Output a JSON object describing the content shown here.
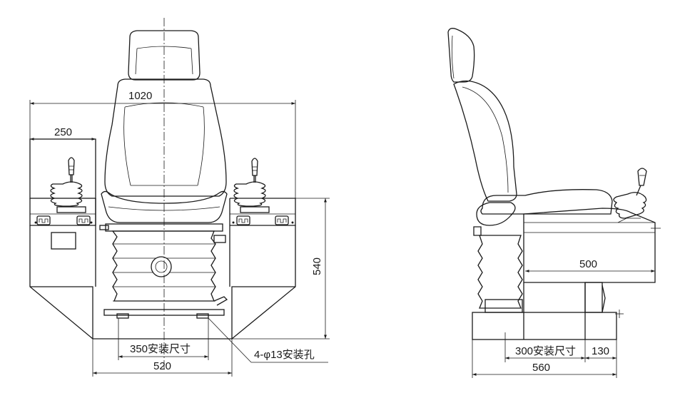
{
  "front_view": {
    "overall_width": "1020",
    "panel_width": "250",
    "height": "540",
    "mount_spacing": "350安装尺寸",
    "base_width": "520",
    "mount_holes": "4-φ13安装孔"
  },
  "side_view": {
    "console_length": "500",
    "mount_spacing": "300安装尺寸",
    "offset": "130",
    "base_depth": "560"
  }
}
